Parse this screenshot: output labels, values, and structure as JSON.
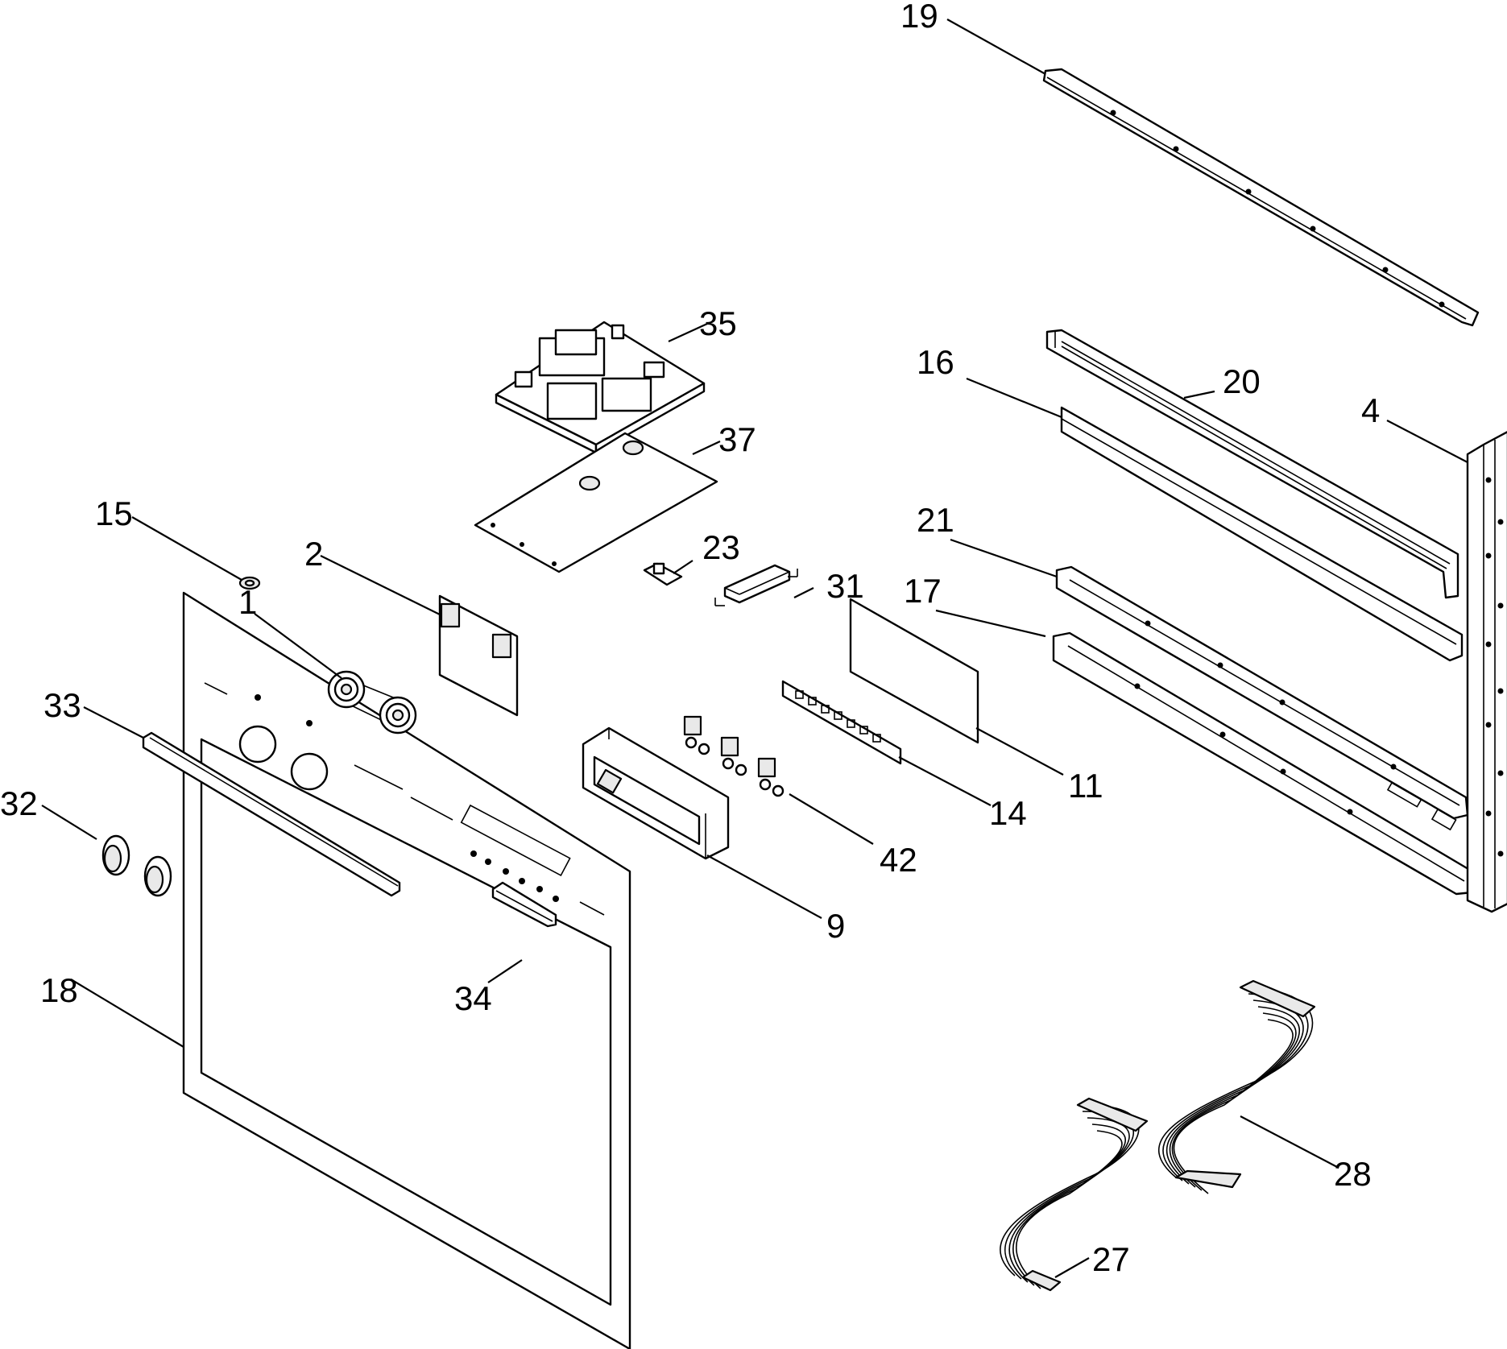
{
  "labels": {
    "p1": "1",
    "p2": "2",
    "p4": "4",
    "p9": "9",
    "p11": "11",
    "p14": "14",
    "p15": "15",
    "p16": "16",
    "p17": "17",
    "p18": "18",
    "p19": "19",
    "p20": "20",
    "p21": "21",
    "p23": "23",
    "p27": "27",
    "p28": "28",
    "p31": "31",
    "p32": "32",
    "p33": "33",
    "p34": "34",
    "p35": "35",
    "p37": "37",
    "p42": "42"
  }
}
